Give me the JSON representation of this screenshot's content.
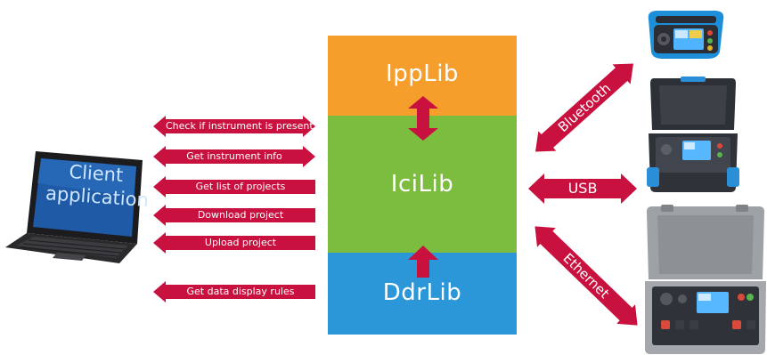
{
  "laptop": {
    "screen_line1": "Client",
    "screen_line2": "application"
  },
  "actions": [
    {
      "label": "Check if instrument is present",
      "direction": "both"
    },
    {
      "label": "Get instrument info",
      "direction": "both"
    },
    {
      "label": "Get list of projects",
      "direction": "left"
    },
    {
      "label": "Download project",
      "direction": "left"
    },
    {
      "label": "Upload project",
      "direction": "left"
    },
    {
      "label": "Get data display rules",
      "direction": "left"
    }
  ],
  "libraries": {
    "top": "IppLib",
    "middle": "IciLib",
    "bottom": "DdrLib"
  },
  "connections": {
    "bluetooth": "Bluetooth",
    "usb": "USB",
    "ethernet": "Ethernet"
  },
  "colors": {
    "arrow": "#c8113f",
    "ipplib": "#f59e2c",
    "icilib": "#7cbc3e",
    "ddrlib": "#2c97d8"
  }
}
